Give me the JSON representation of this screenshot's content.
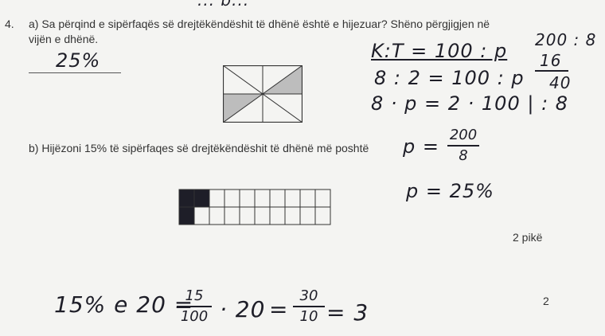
{
  "question": {
    "number": "4.",
    "part_a": {
      "line1": "a) Sa përqind e sipërfaqës së drejtëkëndëshit të dhënë është e hijezuar? Shëno përgjigjen në",
      "line2": "vijën e dhënë.",
      "answer": "25%"
    },
    "part_b": {
      "text": "b) Hijëzoni 15% të sipërfaqes së drejtëkëndëshit të dhënë më poshtë"
    },
    "points": "2 pikë",
    "page_mark": "2"
  },
  "handwriting": {
    "top_partial": "... b...",
    "eq1": "K:T = 100 : p",
    "eq2": "8 : 2 = 100 : p",
    "eq3": "8 · p = 2 · 100 | : 8",
    "calc_top": "200 : 8",
    "calc_mid": "16",
    "calc_bottom": "40",
    "p_eq": "p =",
    "p_num": "200",
    "p_den": "8",
    "p_result": "p = 25%",
    "bottom_prefix": "15% e 20 =",
    "f1_num": "15",
    "f1_den": "100",
    "times": "· 20",
    "equals": "=",
    "f2_num": "30",
    "f2_den": "10",
    "bottom_result": "= 3"
  },
  "grid": {
    "rows": 2,
    "cols": 10,
    "shaded": 3,
    "shaded_fraction": 0.15
  },
  "colors": {
    "ink": "#1e1e28",
    "shade": "#bdbdbd",
    "paper": "#f4f4f2"
  }
}
